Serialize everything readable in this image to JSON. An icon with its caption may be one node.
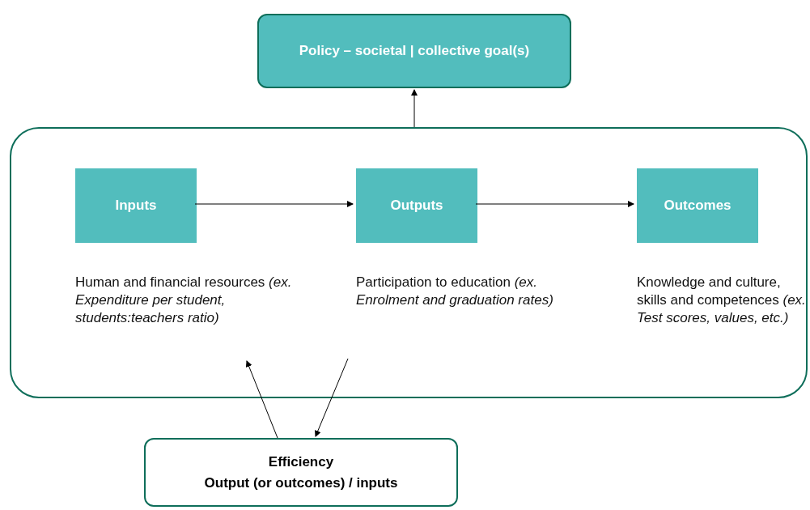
{
  "diagram": {
    "nodes": [
      {
        "text": [
          "Policy – societal | collective goal(s)"
        ]
      },
      {
        "text": [],
        "shape": "box"
      },
      {
        "text": [
          "Inputs"
        ],
        "in": 1,
        "beside": [
          "Human and financial resources *(ex. Expenditure per student, students:teachers ratio)*"
        ]
      },
      {
        "text": [
          "Outputs"
        ],
        "in": 1,
        "beside": [
          "Participation to education *(ex. Enrolment and graduation rates)*"
        ]
      },
      {
        "text": [
          "Outcomes"
        ],
        "in": 1,
        "beside": [
          "Knowledge and culture, skills and competences *(ex. Test scores, values, etc.)*"
        ]
      },
      {
        "text": [
          "Efficiency",
          "Output (or outcomes) / inputs"
        ]
      }
    ],
    "edges": [
      {
        "from": 1,
        "to": 0,
        "arrow": "to"
      },
      {
        "from": 2,
        "to": 3,
        "arrow": "to"
      },
      {
        "from": 3,
        "to": 4,
        "arrow": "to"
      },
      {
        "from": 5,
        "to": 2,
        "arrow": "to"
      },
      {
        "from": null,
        "to": 5,
        "arrow": "to"
      }
    ]
  }
}
